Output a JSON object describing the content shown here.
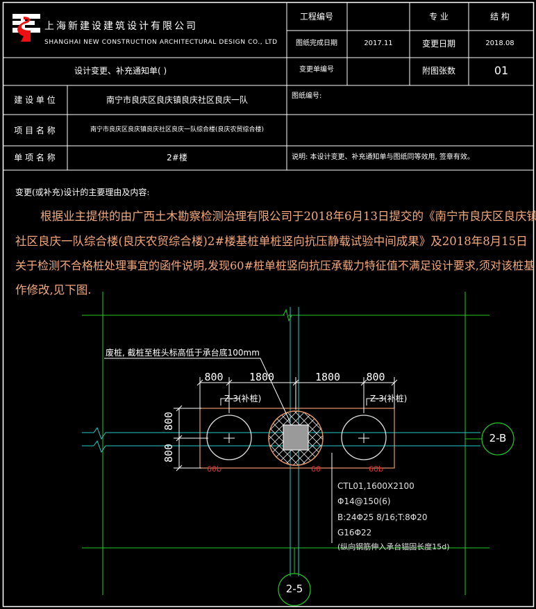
{
  "company": {
    "name_cn": "上海新建设建筑设计有限公司",
    "name_en": "SHANGHAI NEW CONSTRUCTION ARCHITECTURAL DESIGN CO., LTD"
  },
  "header": {
    "project_no_label": "工程编号",
    "specialty_label": "专    业",
    "specialty_value": "结 构",
    "drawing_date_label": "图纸完成日期",
    "drawing_date_value": "2017.11",
    "change_date_label": "变更日期",
    "change_date_value": "2018.08",
    "notice_title": "设计变更、补充通知单(     )",
    "change_no_label": "变更单编号",
    "attach_label": "附图张数",
    "attach_value": "01"
  },
  "info": {
    "owner_label": "建 设 单 位",
    "owner_value": "南宁市良庆区良庆镇良庆社区良庆一队",
    "drawing_no_label": "图纸编号:",
    "project_label": "项 目 名 称",
    "project_value": "南宁市良庆区良庆镇良庆社区良庆一队综合楼(良庆农贸综合楼)",
    "unit_label": "单 项 名 称",
    "unit_value": "2#楼",
    "note": "说明: 本设计变更、补充通知单与图纸同等效用, 签章有效。"
  },
  "reason": {
    "heading": "变更(或补充)设计的主要理由及内容:",
    "lines": [
      "根据业主提供的由广西土木勘察检测治理有限公司于2018年6月13日提交的《南宁市良庆区良庆镇良庆",
      "社区良庆一队综合楼(良庆农贸综合楼)2#楼基桩单桩竖向抗压静载试验中间成果》及2018年8月15日",
      "关于检测不合格桩处理事宜的函件说明,发现60#桩单桩竖向抗压承载力特征值不满足设计要求,须对该桩基",
      "作修改,见下图."
    ]
  },
  "drawing": {
    "annotation": "废桩, 截桩至桩头标高低于承台底100mm",
    "dims_top": [
      "800",
      "1800",
      "1800",
      "800"
    ],
    "dims_left": [
      "800",
      "800"
    ],
    "pile_left": "Z-3(补桩)",
    "pile_right": "Z-3(补桩)",
    "pile_no_left": "60b",
    "pile_no_mid": "60",
    "pile_no_right": "60b",
    "axis_h": "2-B",
    "axis_v": "2-5",
    "cap": {
      "name": "CTL01,1600X2100",
      "stirrup": "Φ14@150(6)",
      "bars": "B:24Φ25 8/16;T:8Φ20",
      "side": "G16Φ22",
      "note": "(纵向钢筋伸入承台锚固长度15d)"
    }
  },
  "colors": {
    "frame": "#ffffff",
    "grid": "#22cc22",
    "cyan": "#22cccc",
    "red": "#e03030",
    "orange": "#f5a97a",
    "pile": "#e0e0e0"
  }
}
